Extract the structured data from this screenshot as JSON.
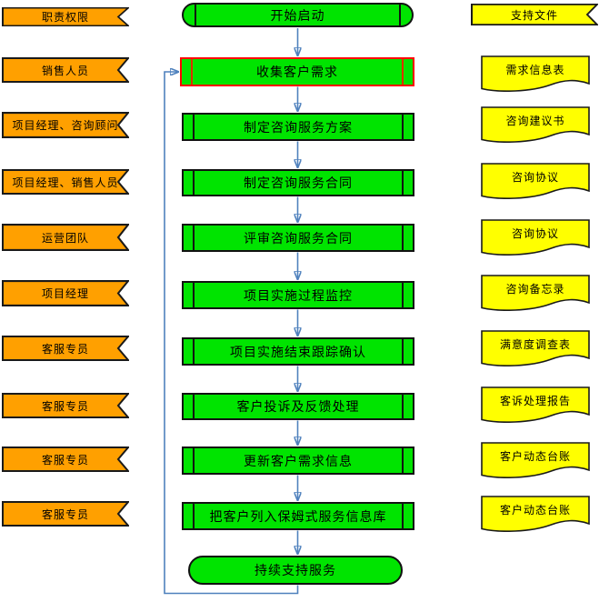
{
  "left_column": {
    "title": "职责权限",
    "items": [
      "职责权限",
      "销售人员",
      "项目经理、咨询顾问",
      "项目经理、销售人员",
      "运营团队",
      "项目经理",
      "客服专员",
      "客服专员",
      "客服专员",
      "客服专员"
    ]
  },
  "flow": {
    "steps": [
      "开始启动",
      "收集客户需求",
      "制定咨询服务方案",
      "制定咨询服务合同",
      "评审咨询服务合同",
      "项目实施过程监控",
      "项目实施结束跟踪确认",
      "客户投诉及反馈处理",
      "更新客户需求信息",
      "把客户列入保姆式服务信息库",
      "持续支持服务"
    ],
    "highlighted_step": "收集客户需求",
    "highlighted_index": 1,
    "loop": {
      "from": "持续支持服务",
      "to": "收集客户需求"
    }
  },
  "right_column": {
    "header": "支持文件",
    "docs": [
      "需求信息表",
      "咨询建议书",
      "咨询协议",
      "咨询协议",
      "咨询备忘录",
      "满意度调查表",
      "客诉处理报告",
      "客户动态台账",
      "客户动态台账"
    ]
  },
  "colors": {
    "role_banner_fill": "#FFA000",
    "process_fill": "#00E400",
    "document_fill": "#FFFF00",
    "connector": "#4F81BD",
    "highlight_border": "#FF0000",
    "shape_border": "#111111",
    "text": "#000000"
  }
}
